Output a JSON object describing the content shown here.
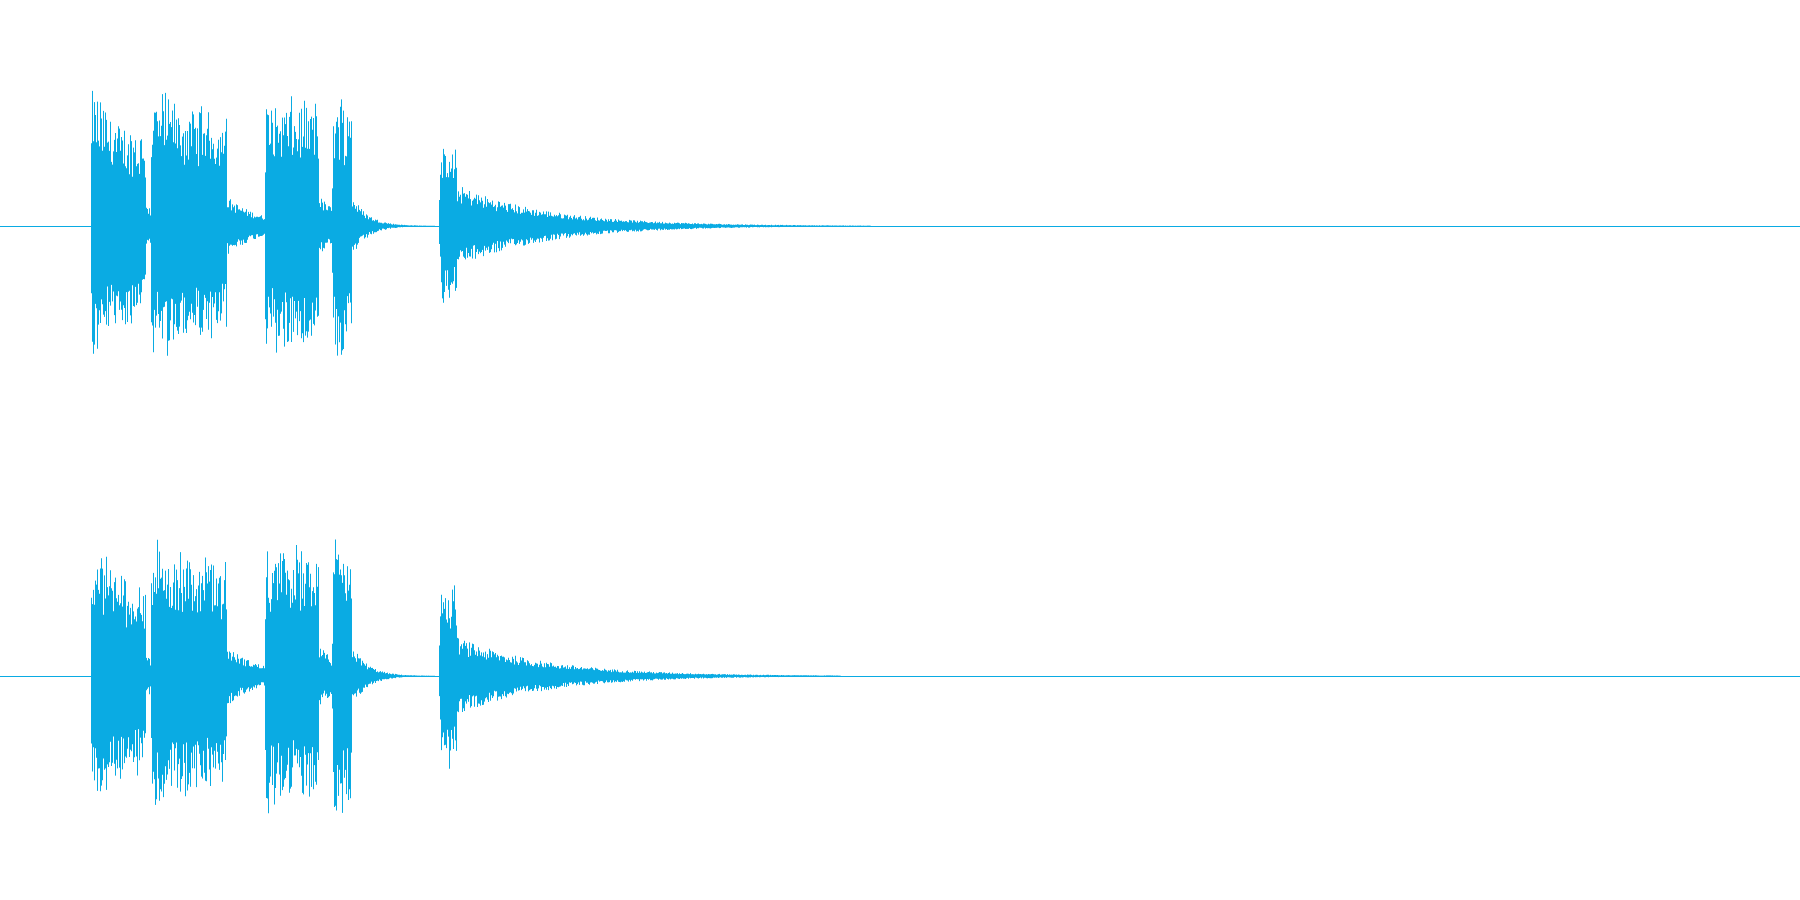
{
  "waveform": {
    "color": "#0aabe3",
    "background": "#ffffff",
    "channel_count": 2,
    "channels": [
      {
        "name": "",
        "bursts": [
          {
            "start_s": 0.0,
            "peak": 0.98,
            "attack_s": 0.005,
            "decay_s": 0.12,
            "sustain": 0.55,
            "end_s": 0.185,
            "release": 0.3
          },
          {
            "start_s": 0.2,
            "peak": 0.97,
            "attack_s": 0.005,
            "decay_s": 0.1,
            "sustain": 0.8,
            "end_s": 0.455,
            "release": 0.35
          },
          {
            "start_s": 0.58,
            "peak": 0.95,
            "attack_s": 0.005,
            "decay_s": 0.08,
            "sustain": 0.85,
            "end_s": 0.76,
            "release": 0.25
          },
          {
            "start_s": 0.805,
            "peak": 0.95,
            "attack_s": 0.005,
            "decay_s": 0.06,
            "sustain": 0.88,
            "end_s": 0.87,
            "release": 0.16
          },
          {
            "start_s": 1.16,
            "peak": 0.55,
            "attack_s": 0.01,
            "decay_s": 0.06,
            "sustain": 0.5,
            "end_s": 1.22,
            "release": 0.12
          },
          {
            "start_s": 1.2,
            "peak": 0.3,
            "attack_s": 0.01,
            "decay_s": 0.3,
            "sustain": 0.0,
            "end_s": 2.6,
            "release": 0.0
          }
        ]
      },
      {
        "name": "",
        "bursts": [
          {
            "start_s": 0.0,
            "peak": 0.98,
            "attack_s": 0.005,
            "decay_s": 0.12,
            "sustain": 0.55,
            "end_s": 0.185,
            "release": 0.3
          },
          {
            "start_s": 0.2,
            "peak": 0.99,
            "attack_s": 0.005,
            "decay_s": 0.1,
            "sustain": 0.8,
            "end_s": 0.455,
            "release": 0.35
          },
          {
            "start_s": 0.58,
            "peak": 0.97,
            "attack_s": 0.005,
            "decay_s": 0.08,
            "sustain": 0.85,
            "end_s": 0.76,
            "release": 0.25
          },
          {
            "start_s": 0.805,
            "peak": 0.97,
            "attack_s": 0.005,
            "decay_s": 0.06,
            "sustain": 0.88,
            "end_s": 0.87,
            "release": 0.16
          },
          {
            "start_s": 1.16,
            "peak": 0.7,
            "attack_s": 0.01,
            "decay_s": 0.06,
            "sustain": 0.55,
            "end_s": 1.22,
            "release": 0.12
          },
          {
            "start_s": 1.2,
            "peak": 0.28,
            "attack_s": 0.01,
            "decay_s": 0.3,
            "sustain": 0.0,
            "end_s": 2.5,
            "release": 0.0
          }
        ]
      }
    ],
    "duration_visible_s": 6.0,
    "sound_start_s": 0.3
  }
}
